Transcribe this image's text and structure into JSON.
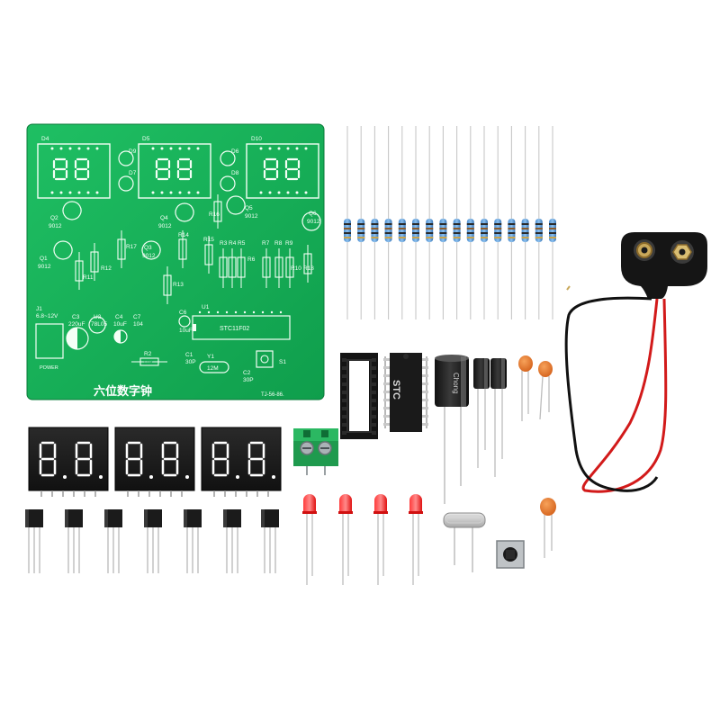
{
  "pcb": {
    "title": "六位数字钟",
    "code": "TJ-56-86.",
    "mcu": "STC11F02",
    "power_label": "POWER",
    "voltage": "6.8~12V",
    "labels": {
      "d4": "D4",
      "d5": "D5",
      "d10": "D10",
      "d9": "D9",
      "d7": "D7",
      "d6": "D6",
      "d8": "D8",
      "q1": "Q1",
      "q2": "Q2",
      "q3": "Q3",
      "q4": "Q4",
      "q5": "Q5",
      "q6": "Q6",
      "v9012a": "9012",
      "v9012b": "9012",
      "v9012c": "9012",
      "v9012d": "9012",
      "v9012e": "9012",
      "v9012f": "9012",
      "r11": "R11",
      "r12": "R12",
      "r13": "R13",
      "r14": "R14",
      "r15": "R15",
      "r16": "R16",
      "r17": "R17",
      "r18": "R18",
      "r3": "R3",
      "r4": "R4",
      "r5": "R5",
      "r6": "R6",
      "r7": "R7",
      "r8": "R8",
      "r9": "R9",
      "r10": "R10",
      "j1": "J1",
      "c3": "C3",
      "c3v": "220uF",
      "u2": "U2",
      "u2v": "78L05",
      "c4": "C4",
      "c4v": "10uF",
      "c7": "C7",
      "c7v": "104",
      "c6": "C6",
      "c6v": "10uF",
      "u1": "U1",
      "r2": "R2",
      "r2v": "10K",
      "c1": "C1",
      "c1v": "30P",
      "y1": "Y1",
      "y1v": "12M",
      "c2": "C2",
      "c2v": "30P",
      "s1": "S1"
    }
  },
  "chip_marking": "STC",
  "capacitor_brand": "Chong"
}
